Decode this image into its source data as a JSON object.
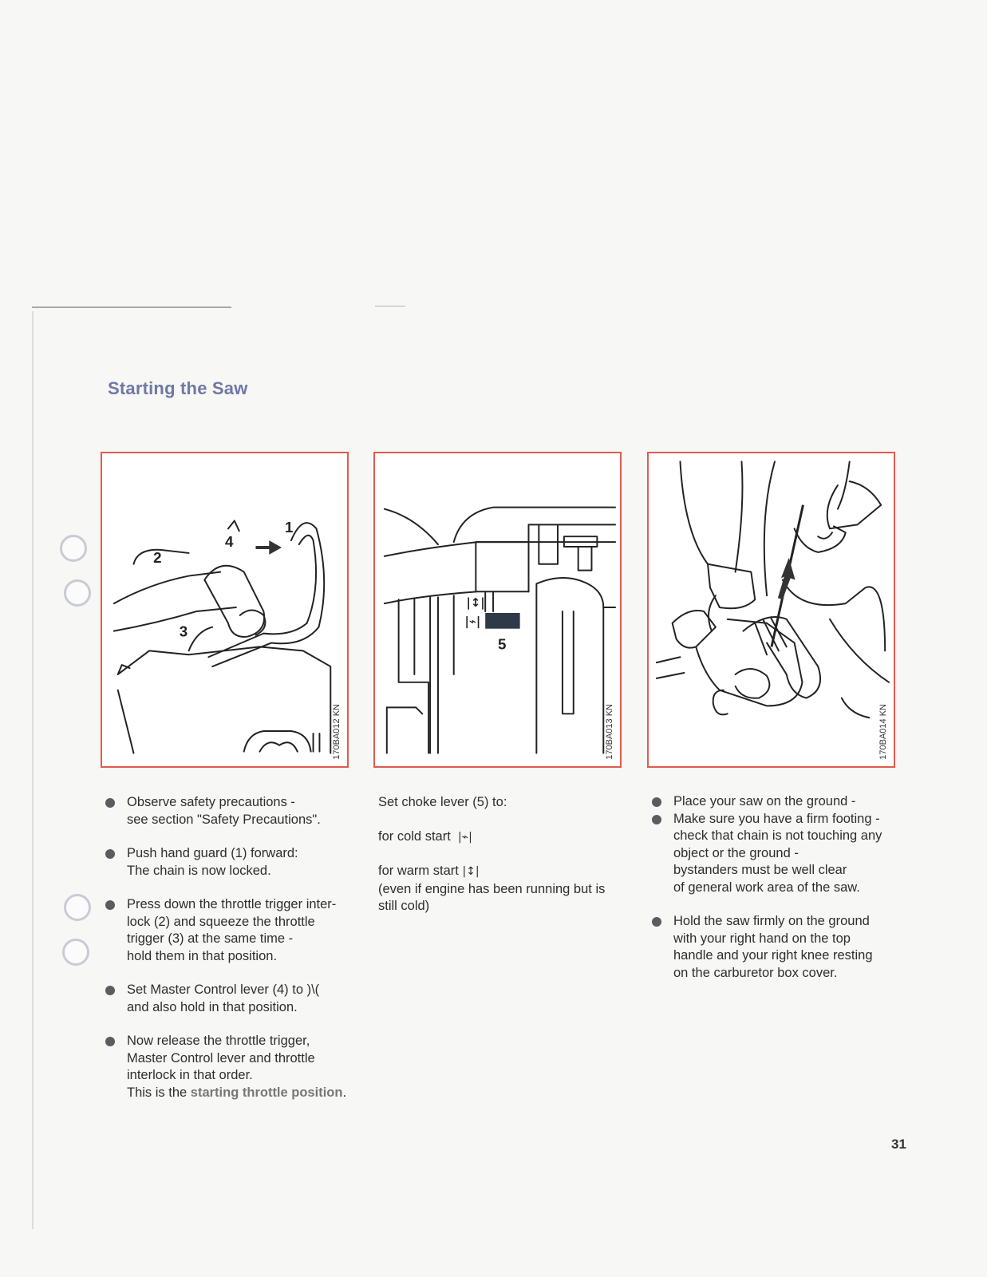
{
  "title": "Starting the Saw",
  "figures": [
    {
      "code": "170BA012 KN",
      "callouts": [
        "1",
        "2",
        "3",
        "4"
      ]
    },
    {
      "code": "170BA013 KN",
      "callouts": [
        "5"
      ]
    },
    {
      "code": "170BA014 KN",
      "callouts": []
    }
  ],
  "column1": {
    "items": [
      {
        "lines": [
          "Observe safety precautions -",
          "see section \"Safety Precautions\"."
        ]
      },
      {
        "lines": [
          "Push hand guard (1) forward:",
          "The chain is now locked."
        ]
      },
      {
        "lines": [
          "Press down the throttle trigger inter-",
          "lock (2) and squeeze the throttle",
          "trigger (3) at the same time -",
          "hold them in that position."
        ]
      },
      {
        "lines": [
          "Set Master Control lever (4) to )\\(",
          "and also hold in that position."
        ]
      },
      {
        "lines": [
          "Now release the throttle trigger,",
          "Master Control lever and throttle",
          "interlock in that order."
        ],
        "last_prefix": "This is the ",
        "last_emph": "starting throttle position",
        "last_suffix": "."
      }
    ]
  },
  "column2": {
    "intro": "Set choke lever (5) to:",
    "cold": "for cold start",
    "cold_symbol": "|⌁|",
    "warm": "for warm start",
    "warm_symbol": "|↕|",
    "note": [
      "(even if engine has been running but is",
      "still cold)"
    ]
  },
  "column3": {
    "items": [
      {
        "lines": [
          "Place your saw on the ground -"
        ]
      },
      {
        "lines": [
          "Make sure you have a firm footing -",
          "check that chain is not touching any",
          "object or the ground -",
          "bystanders must be well clear",
          "of general work area of the saw."
        ]
      },
      {
        "lines": [
          "Hold the saw firmly on the ground",
          "with your right hand on the top",
          "handle and your right knee resting",
          "on the carburetor box cover."
        ]
      }
    ]
  },
  "page_number": "31"
}
